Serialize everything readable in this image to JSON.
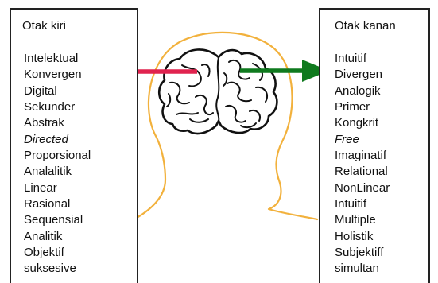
{
  "left_panel": {
    "title": "Otak kiri",
    "items": [
      "Intelektual",
      "Konvergen",
      "Digital",
      "Sekunder",
      "Abstrak",
      "Directed",
      "Proporsional",
      "Analalitik",
      "Linear",
      "Rasional",
      "Sequensial",
      "Analitik",
      "Objektif",
      "suksesive"
    ],
    "italic_items": [
      "Directed"
    ]
  },
  "right_panel": {
    "title": "Otak kanan",
    "items": [
      "Intuitif",
      "Divergen",
      "Analogik",
      "Primer",
      "Kongkrit",
      "Free",
      "Imaginatif",
      "Relational",
      "NonLinear",
      "Intuitif",
      "Multiple",
      "Holistik",
      "Subjektiff",
      "simultan"
    ],
    "italic_items": [
      "Free"
    ]
  },
  "colors": {
    "left_arrow": "#e0234f",
    "right_arrow": "#0f7a1e",
    "head_outline": "#f2b13c",
    "brain_outline": "#111111",
    "panel_border": "#222222"
  },
  "icons": {
    "head": "head-outline-icon",
    "brain": "brain-icon",
    "left_arrow": "arrow-left-icon",
    "right_arrow": "arrow-right-icon"
  }
}
